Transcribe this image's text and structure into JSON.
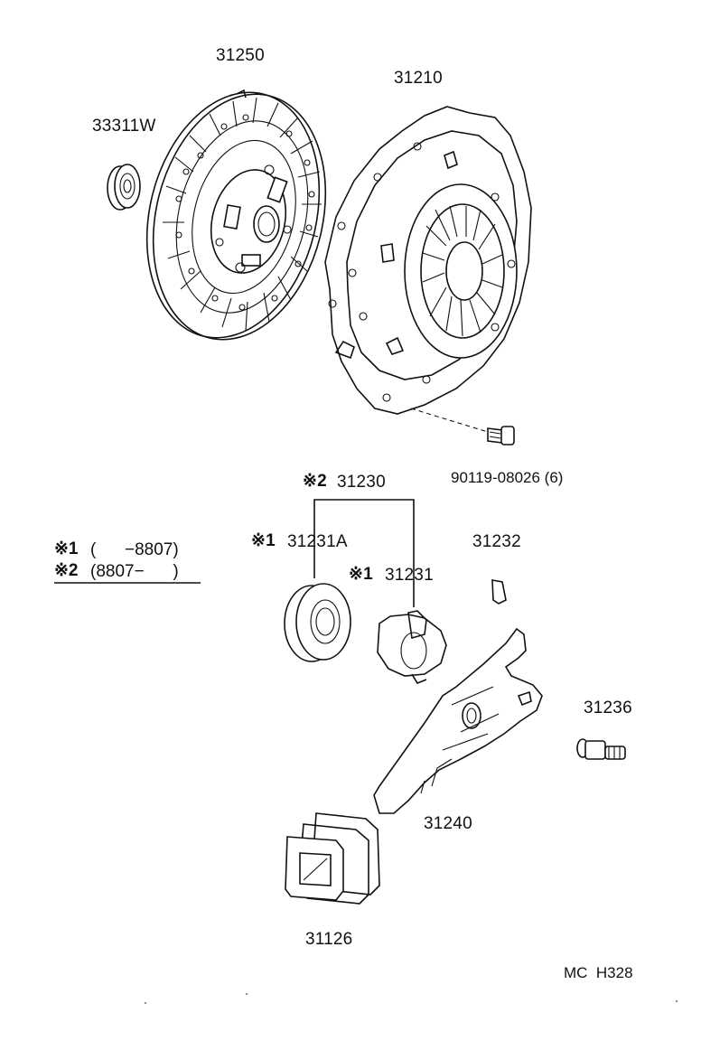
{
  "parts": {
    "p31250": "31250",
    "p31210": "31210",
    "p33311w": "33311W",
    "bolt": "90119-08026 (6)",
    "p31230": "31230",
    "p31230_mark": "※2",
    "p31231a": "31231A",
    "p31231a_mark": "※1",
    "p31231": "31231",
    "p31231_mark": "※1",
    "p31232": "31232",
    "p31236": "31236",
    "p31240": "31240",
    "p31126": "31126"
  },
  "notes": {
    "n1_mark": "※1",
    "n1_text": "(      −8807)",
    "n2_mark": "※2",
    "n2_text": "(8807−      )"
  },
  "ref_code": "MC  H328"
}
